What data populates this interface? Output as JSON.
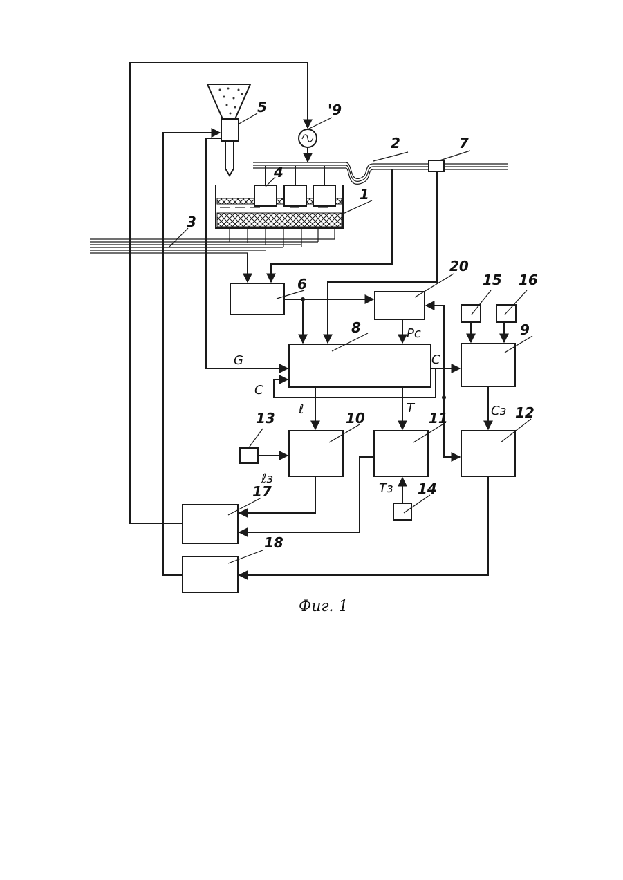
{
  "labels": {
    "n1": "1",
    "n2": "2",
    "n3": "3",
    "n4": "4",
    "n5": "5",
    "n6": "6",
    "n7": "7",
    "n8": "8",
    "n9": "9",
    "n10": "10",
    "n11": "11",
    "n12": "12",
    "n13": "13",
    "n14": "14",
    "n15": "15",
    "n16": "16",
    "n17": "17",
    "n18": "18",
    "n19": "'9",
    "n20": "20"
  },
  "signals": {
    "G": "G",
    "C_out": "C",
    "C_loop": "C",
    "Pc": "Pc",
    "l": "ℓ",
    "T": "T",
    "Cz": "Cз",
    "lz": "ℓз",
    "Tz": "Tз"
  },
  "caption": "Фиг. 1",
  "colors": {
    "ink": "#1a1a1a",
    "paper": "#ffffff"
  }
}
